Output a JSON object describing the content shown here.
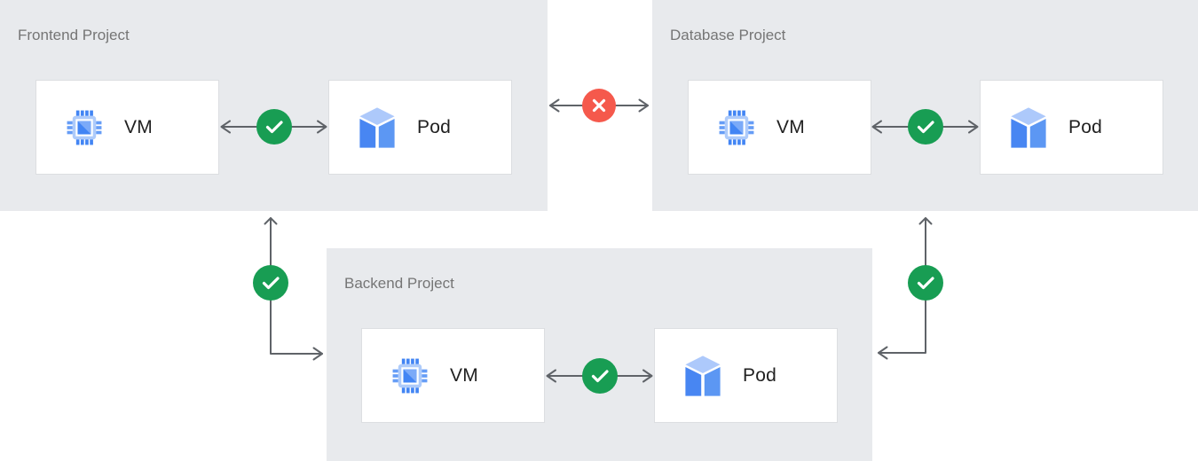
{
  "projects": [
    {
      "name": "Frontend Project",
      "nodes": [
        {
          "label": "VM",
          "icon": "compute-vm-icon"
        },
        {
          "label": "Pod",
          "icon": "pod-cube-icon"
        }
      ],
      "internal_connection": {
        "between": [
          "VM",
          "Pod"
        ],
        "status": "allowed",
        "badge_icon": "check-icon"
      }
    },
    {
      "name": "Database Project",
      "nodes": [
        {
          "label": "VM",
          "icon": "compute-vm-icon"
        },
        {
          "label": "Pod",
          "icon": "pod-cube-icon"
        }
      ],
      "internal_connection": {
        "between": [
          "VM",
          "Pod"
        ],
        "status": "allowed",
        "badge_icon": "check-icon"
      }
    },
    {
      "name": "Backend Project",
      "nodes": [
        {
          "label": "VM",
          "icon": "compute-vm-icon"
        },
        {
          "label": "Pod",
          "icon": "pod-cube-icon"
        }
      ],
      "internal_connection": {
        "between": [
          "VM",
          "Pod"
        ],
        "status": "allowed",
        "badge_icon": "check-icon"
      }
    }
  ],
  "cross_project_connections": [
    {
      "from": "Frontend Project",
      "to": "Database Project",
      "status": "blocked",
      "badge_icon": "cross-icon"
    },
    {
      "from": "Frontend Project",
      "to": "Backend Project",
      "status": "allowed",
      "badge_icon": "check-icon"
    },
    {
      "from": "Backend Project",
      "to": "Database Project",
      "status": "allowed",
      "badge_icon": "check-icon"
    }
  ],
  "colors": {
    "project_background": "#e8eaed",
    "card_background": "#ffffff",
    "card_border": "#dcdee1",
    "project_label_text": "#757575",
    "node_label_text": "#212121",
    "connector_gray": "#5f6368",
    "allowed_green": "#189d53",
    "blocked_red": "#f5594c",
    "icon_blue_dark": "#4285f4",
    "icon_blue_medium": "#669df6",
    "icon_blue_light": "#aecbfa"
  }
}
